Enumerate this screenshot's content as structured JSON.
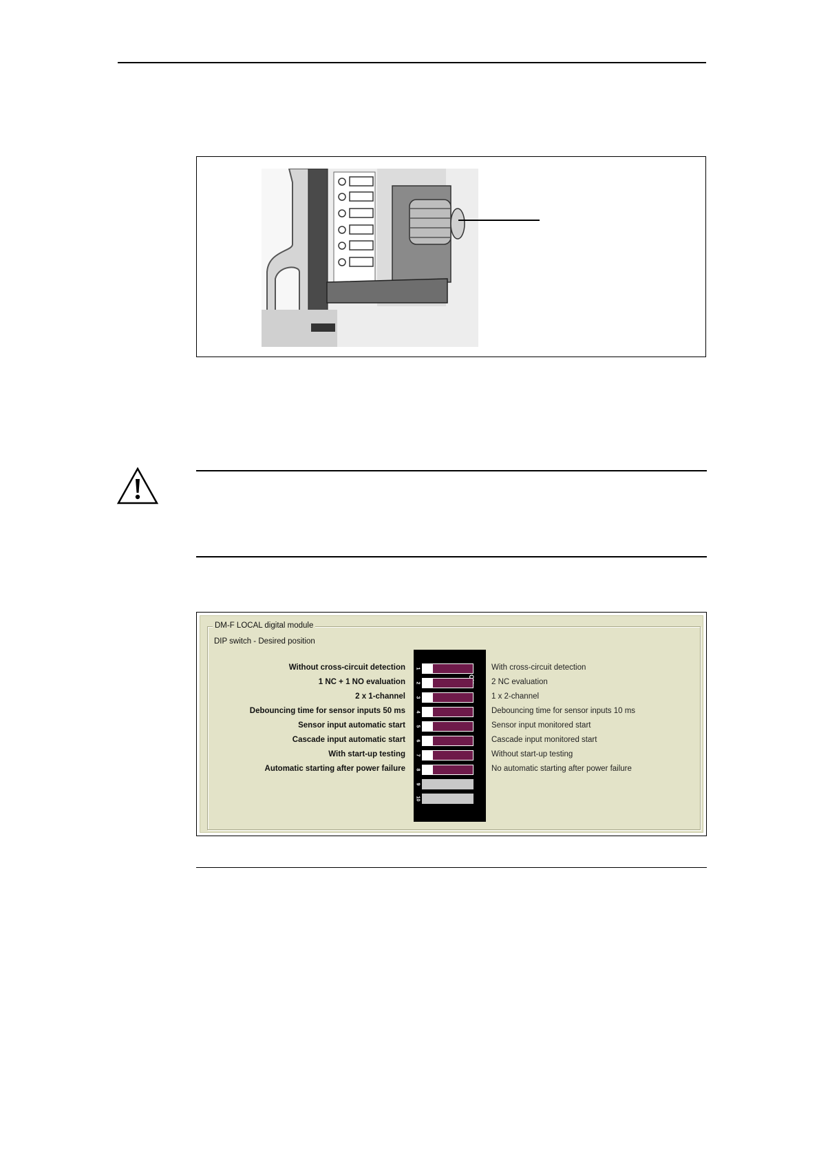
{
  "dip_panel": {
    "group_title": "DM-F LOCAL digital module",
    "subtitle": "DIP switch - Desired position",
    "on_label": "ON",
    "colors": {
      "panel_bg": "#e3e3c8",
      "switch_on": "#6e1a4a",
      "switch_unused": "#c8c8c8"
    },
    "switches": [
      {
        "number": "1",
        "left": "Without cross-circuit detection",
        "right": "With cross-circuit detection",
        "used": true
      },
      {
        "number": "2",
        "left": "1 NC + 1 NO evaluation",
        "right": "2 NC evaluation",
        "used": true
      },
      {
        "number": "3",
        "left": "2 x 1-channel",
        "right": "1 x 2-channel",
        "used": true
      },
      {
        "number": "4",
        "left": "Debouncing time for sensor inputs 50 ms",
        "right": "Debouncing time for sensor inputs 10 ms",
        "used": true
      },
      {
        "number": "5",
        "left": "Sensor input automatic start",
        "right": "Sensor input monitored start",
        "used": true
      },
      {
        "number": "6",
        "left": "Cascade input automatic start",
        "right": "Cascade input monitored start",
        "used": true
      },
      {
        "number": "7",
        "left": "With start-up testing",
        "right": "Without start-up testing",
        "used": true
      },
      {
        "number": "8",
        "left": "Automatic starting after power failure",
        "right": "No automatic starting after power failure",
        "used": true
      },
      {
        "number": "9",
        "left": "",
        "right": "",
        "used": false
      },
      {
        "number": "10",
        "left": "",
        "right": "",
        "used": false
      }
    ]
  },
  "icons": {
    "warning": "warning-triangle-icon"
  }
}
